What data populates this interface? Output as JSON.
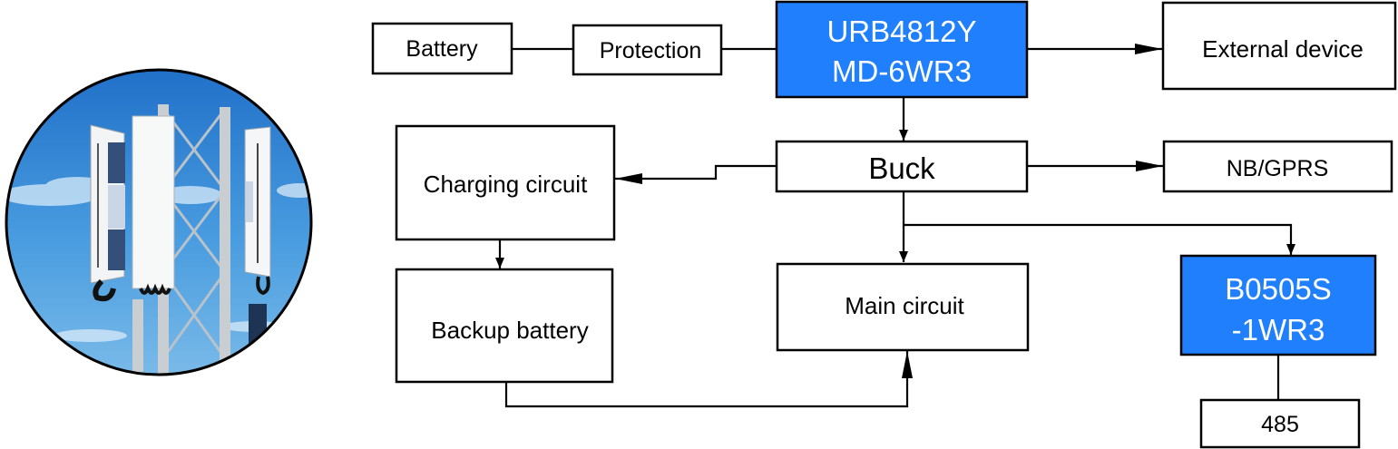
{
  "photo": {
    "alt": "Telecom base station tower with antenna panels against blue sky",
    "sky_color": "#3f8fd6",
    "border_color": "#000000"
  },
  "colors": {
    "module_fill": "#1f7ffd",
    "box_fill": "#ffffff",
    "stroke": "#000000"
  },
  "nodes": {
    "battery": {
      "label": "Battery"
    },
    "protection": {
      "label": "Protection"
    },
    "urb_module": {
      "line1": "URB4812Y",
      "line2": "MD-6WR3"
    },
    "external_device": {
      "label": "External device"
    },
    "buck": {
      "label": "Buck"
    },
    "nb_gprs": {
      "label": "NB/GPRS"
    },
    "charging_circuit": {
      "label": "Charging circuit"
    },
    "backup_battery": {
      "label": "Backup battery"
    },
    "main_circuit": {
      "label": "Main circuit"
    },
    "b0505_module": {
      "line1": "B0505S",
      "line2": "-1WR3"
    },
    "rs485": {
      "label": "485"
    }
  },
  "edges": [
    {
      "from": "battery",
      "to": "protection",
      "arrow": false
    },
    {
      "from": "protection",
      "to": "urb_module",
      "arrow": false
    },
    {
      "from": "urb_module",
      "to": "external_device",
      "arrow": true
    },
    {
      "from": "urb_module",
      "to": "buck",
      "arrow": true
    },
    {
      "from": "buck",
      "to": "nb_gprs",
      "arrow": true
    },
    {
      "from": "buck",
      "to": "charging_circuit",
      "arrow": true
    },
    {
      "from": "buck",
      "to": "main_circuit",
      "arrow": true
    },
    {
      "from": "buck",
      "to": "b0505_module",
      "arrow": true
    },
    {
      "from": "charging_circuit",
      "to": "backup_battery",
      "arrow": true
    },
    {
      "from": "backup_battery",
      "to": "main_circuit",
      "arrow": true
    },
    {
      "from": "b0505_module",
      "to": "rs485",
      "arrow": false
    }
  ]
}
